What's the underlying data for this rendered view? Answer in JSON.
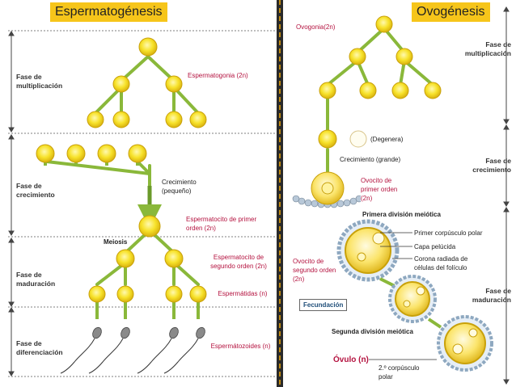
{
  "titles": {
    "left": "Espermatogénesis",
    "right": "Ovogénesis"
  },
  "left_phases": {
    "multiplication": "Fase de multiplicación",
    "growth": "Fase de crecimiento",
    "maturation": "Fase de maduración",
    "differentiation": "Fase de diferenciación"
  },
  "left_labels": {
    "spermatogonia": "Espermatogonia (2n)",
    "growth": "Crecimiento (pequeño)",
    "meiosis": "Meiosis",
    "primary_spermatocyte": "Espermatocito de primer orden (2n)",
    "secondary_spermatocyte": "Espermatocito de segundo orden (2n)",
    "spermatids": "Espermátidas (n)",
    "spermatozoa": "Espermátozoides (n)"
  },
  "right_phases": {
    "multiplication": "Fase de multiplicación",
    "growth": "Fase de crecimiento",
    "maturation": "Fase de maduración"
  },
  "right_labels": {
    "oogonia": "Ovogonia(2n)",
    "degenera": "(Degenera)",
    "growth": "Crecimiento (grande)",
    "primary_oocyte": "Ovocito de primer orden (2n)",
    "first_meiotic": "Primera división meiótica",
    "first_polar": "Primer corpúsculo polar",
    "zona": "Capa pelúcida",
    "corona": "Corona radiada de células del folículo",
    "secondary_oocyte": "Ovocito de segundo orden (2n)",
    "fertilization": "Fecundación",
    "second_meiotic": "Segunda división meiótica",
    "ovum": "Óvulo (n)",
    "second_polar": "2.º corpúsculo polar"
  },
  "colors": {
    "title_bg": "#f6c51a",
    "cell": "#f7e22a",
    "arrow": "#8ab83a",
    "divider": "#c08a10"
  }
}
